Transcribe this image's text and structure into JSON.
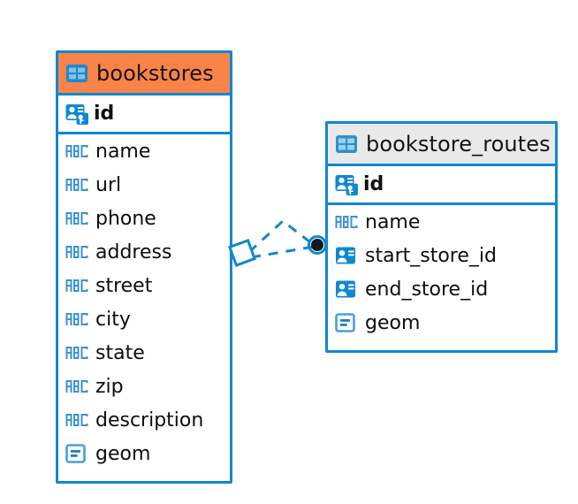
{
  "diagram": {
    "type": "entity-relationship-diagram",
    "background_color": "#ffffff",
    "accent_color": "#1088cf",
    "highlight_color": "#f98348",
    "neutral_header_color": "#e9e9e9"
  },
  "entities": [
    {
      "name": "bookstores",
      "header_icon": "table-icon",
      "header_style": "highlighted-orange",
      "fields": [
        {
          "name": "id",
          "icon": "primary-key-icon",
          "key": "PK"
        },
        {
          "name": "name",
          "icon": "abc-text-icon",
          "key": ""
        },
        {
          "name": "url",
          "icon": "abc-text-icon",
          "key": ""
        },
        {
          "name": "phone",
          "icon": "abc-text-icon",
          "key": ""
        },
        {
          "name": "address",
          "icon": "abc-text-icon",
          "key": ""
        },
        {
          "name": "street",
          "icon": "abc-text-icon",
          "key": ""
        },
        {
          "name": "city",
          "icon": "abc-text-icon",
          "key": ""
        },
        {
          "name": "state",
          "icon": "abc-text-icon",
          "key": ""
        },
        {
          "name": "zip",
          "icon": "abc-text-icon",
          "key": ""
        },
        {
          "name": "description",
          "icon": "abc-text-icon",
          "key": ""
        },
        {
          "name": "geom",
          "icon": "geometry-icon",
          "key": ""
        }
      ]
    },
    {
      "name": "bookstore_routes",
      "header_icon": "table-icon",
      "header_style": "neutral-gray",
      "fields": [
        {
          "name": "id",
          "icon": "primary-key-icon",
          "key": "PK"
        },
        {
          "name": "name",
          "icon": "abc-text-icon",
          "key": ""
        },
        {
          "name": "start_store_id",
          "icon": "foreign-key-icon",
          "key": "FK"
        },
        {
          "name": "end_store_id",
          "icon": "foreign-key-icon",
          "key": "FK"
        },
        {
          "name": "geom",
          "icon": "geometry-icon",
          "key": ""
        }
      ]
    }
  ],
  "relationship": {
    "style": "dashed",
    "color": "#1088cf",
    "source_entity": "bookstores",
    "target_entity": "bookstore_routes",
    "source_marker": "diamond-outline",
    "target_marker": "filled-circle",
    "branches": 2
  }
}
